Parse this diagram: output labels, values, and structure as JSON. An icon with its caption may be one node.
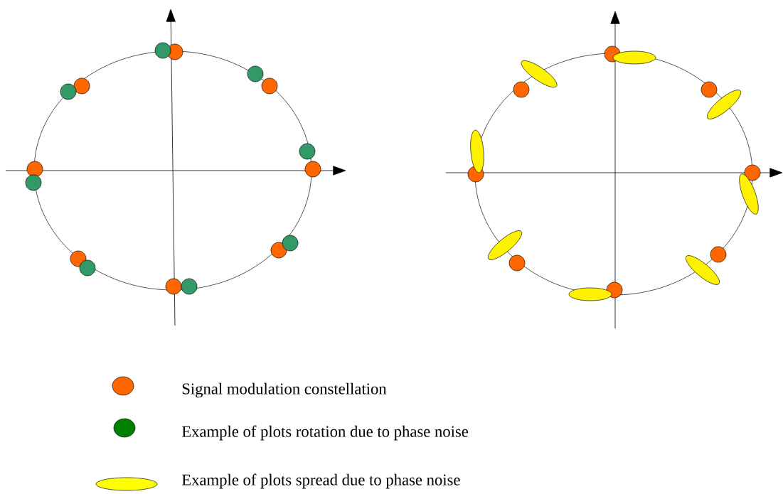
{
  "diagram": {
    "legend": [
      {
        "text": "Signal modulation constellation",
        "color": "#ff6600"
      },
      {
        "text": "Example of plots rotation due to phase noise",
        "color": "#008000"
      },
      {
        "text": "Example of plots spread due to phase noise",
        "color": "#ffff00"
      }
    ]
  }
}
